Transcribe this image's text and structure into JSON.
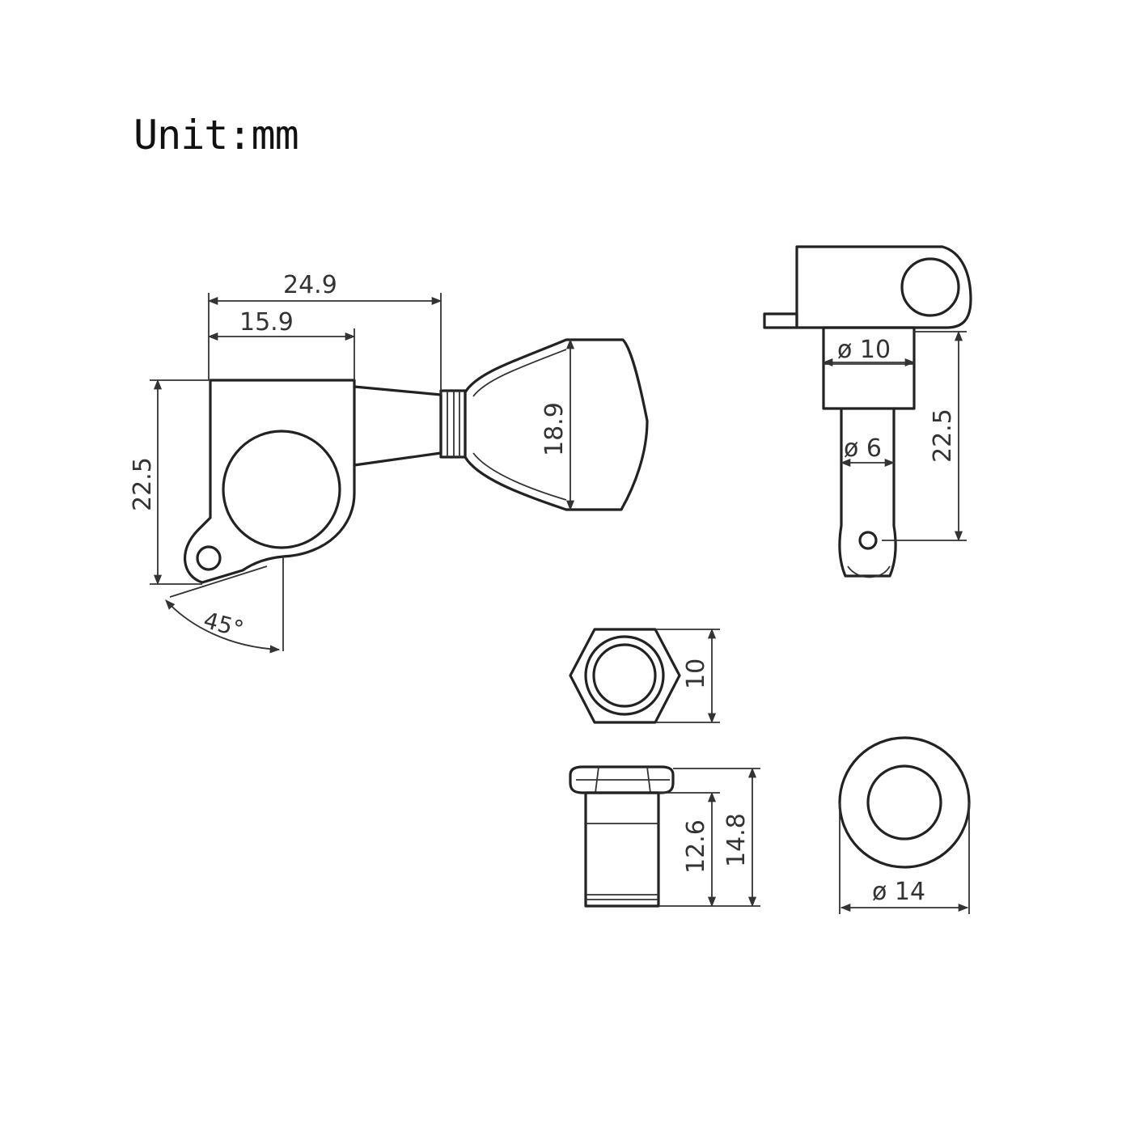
{
  "title": "Unit:mm",
  "side_view": {
    "width_total": "24.9",
    "width_housing": "15.9",
    "height_housing": "22.5",
    "button_height": "18.9",
    "angle": "45°"
  },
  "front_view": {
    "bushing_diameter": "ø 10",
    "post_diameter": "ø 6",
    "height": "22.5"
  },
  "nut_top": {
    "size": "10"
  },
  "bushing_side": {
    "height_inner": "12.6",
    "height_total": "14.8"
  },
  "washer": {
    "diameter": "ø 14"
  }
}
